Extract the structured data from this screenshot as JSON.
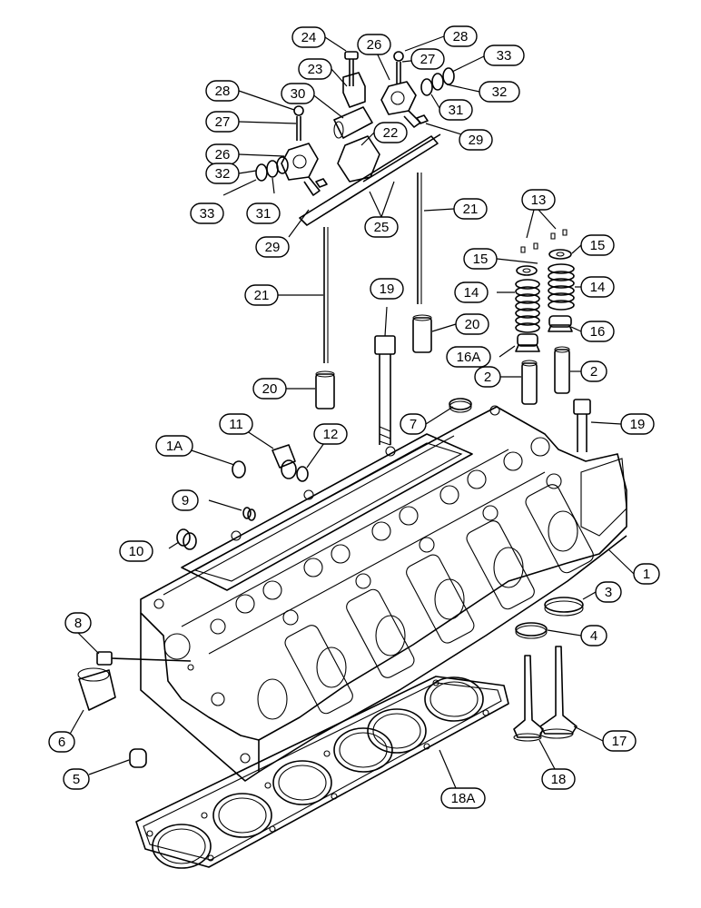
{
  "diagram": {
    "callouts": [
      {
        "id": "c24",
        "label": "24"
      },
      {
        "id": "c26a",
        "label": "26"
      },
      {
        "id": "c28a",
        "label": "28"
      },
      {
        "id": "c27a",
        "label": "27"
      },
      {
        "id": "c33a",
        "label": "33"
      },
      {
        "id": "c23",
        "label": "23"
      },
      {
        "id": "c32a",
        "label": "32"
      },
      {
        "id": "c28b",
        "label": "28"
      },
      {
        "id": "c30",
        "label": "30"
      },
      {
        "id": "c31a",
        "label": "31"
      },
      {
        "id": "c27b",
        "label": "27"
      },
      {
        "id": "c22",
        "label": "22"
      },
      {
        "id": "c29a",
        "label": "29"
      },
      {
        "id": "c26b",
        "label": "26"
      },
      {
        "id": "c32b",
        "label": "32"
      },
      {
        "id": "c33b",
        "label": "33"
      },
      {
        "id": "c31b",
        "label": "31"
      },
      {
        "id": "c21a",
        "label": "21"
      },
      {
        "id": "c13",
        "label": "13"
      },
      {
        "id": "c29b",
        "label": "29"
      },
      {
        "id": "c25",
        "label": "25"
      },
      {
        "id": "c15a",
        "label": "15"
      },
      {
        "id": "c15b",
        "label": "15"
      },
      {
        "id": "c19a",
        "label": "19"
      },
      {
        "id": "c21b",
        "label": "21"
      },
      {
        "id": "c14a",
        "label": "14"
      },
      {
        "id": "c14b",
        "label": "14"
      },
      {
        "id": "c20a",
        "label": "20"
      },
      {
        "id": "c16",
        "label": "16"
      },
      {
        "id": "c16a",
        "label": "16A"
      },
      {
        "id": "c2a",
        "label": "2"
      },
      {
        "id": "c2b",
        "label": "2"
      },
      {
        "id": "c20b",
        "label": "20"
      },
      {
        "id": "c11",
        "label": "11"
      },
      {
        "id": "c12",
        "label": "12"
      },
      {
        "id": "c7",
        "label": "7"
      },
      {
        "id": "c19b",
        "label": "19"
      },
      {
        "id": "c1a",
        "label": "1A"
      },
      {
        "id": "c9",
        "label": "9"
      },
      {
        "id": "c10",
        "label": "10"
      },
      {
        "id": "c1",
        "label": "1"
      },
      {
        "id": "c3",
        "label": "3"
      },
      {
        "id": "c8",
        "label": "8"
      },
      {
        "id": "c4",
        "label": "4"
      },
      {
        "id": "c6",
        "label": "6"
      },
      {
        "id": "c17",
        "label": "17"
      },
      {
        "id": "c5",
        "label": "5"
      },
      {
        "id": "c18",
        "label": "18"
      },
      {
        "id": "c18a",
        "label": "18A"
      }
    ]
  }
}
